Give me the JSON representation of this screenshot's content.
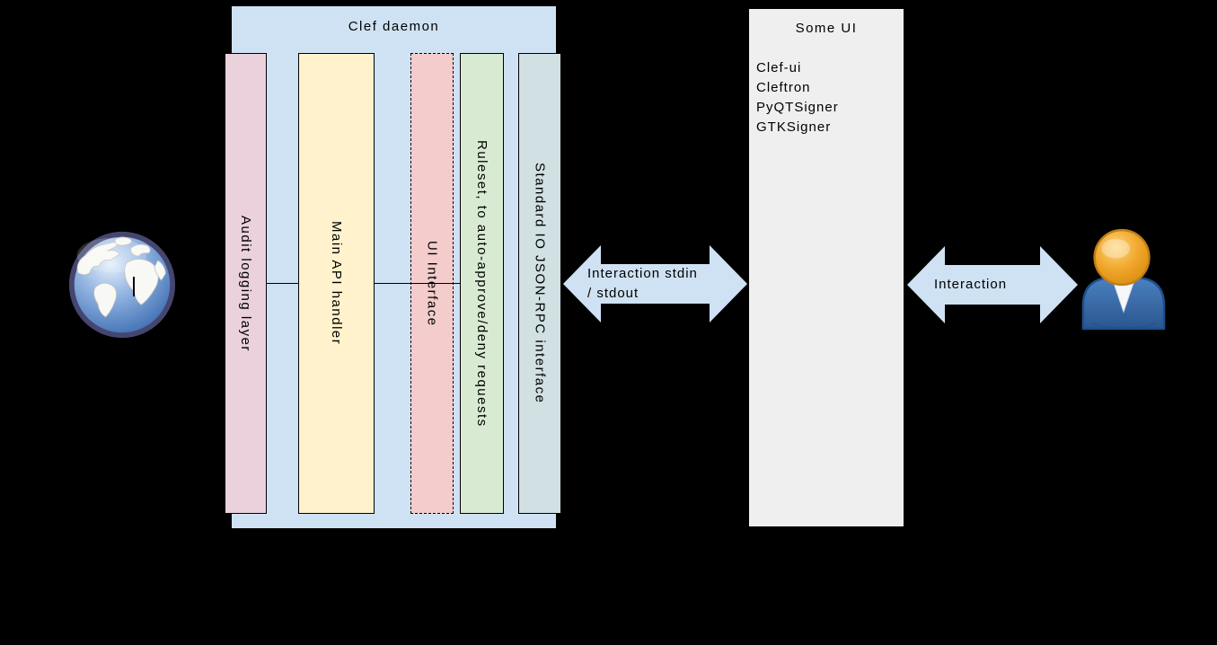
{
  "colors": {
    "background": "#000000",
    "container_fill": "#cfe2f3",
    "arrow_fill": "#cfe2f3",
    "some_ui_fill": "#efefef",
    "text": "#000000"
  },
  "daemon": {
    "title": "Clef daemon",
    "layers": [
      {
        "slug": "audit-logging-layer",
        "label": "Audit logging layer",
        "fill": "#ead1dc",
        "border": "solid"
      },
      {
        "slug": "main-api-handler",
        "label": "Main API handler",
        "fill": "#fff2cc",
        "border": "solid"
      },
      {
        "slug": "ui-interface",
        "label": "UI Interface",
        "fill": "#f4cccc",
        "border": "dashed"
      },
      {
        "slug": "ruleset-auto-approve-deny",
        "label": "Ruleset, to auto-approve/deny requests",
        "fill": "#d9ead3",
        "border": "solid"
      },
      {
        "slug": "stdio-json-rpc-interface",
        "label": "Standard IO JSON-RPC interface",
        "fill": "#d0e0e3",
        "border": "solid"
      }
    ]
  },
  "arrows": {
    "daemon_ui": {
      "label_line1": "Interaction stdin",
      "label_line2": "/ stdout"
    },
    "ui_user": {
      "label": "Interaction"
    }
  },
  "some_ui": {
    "title": "Some UI",
    "items": [
      "Clef-ui",
      "Cleftron",
      "PyQTSigner",
      "GTKSigner"
    ]
  },
  "icons": {
    "left_actor": "globe-icon",
    "right_actor": "user-icon"
  }
}
